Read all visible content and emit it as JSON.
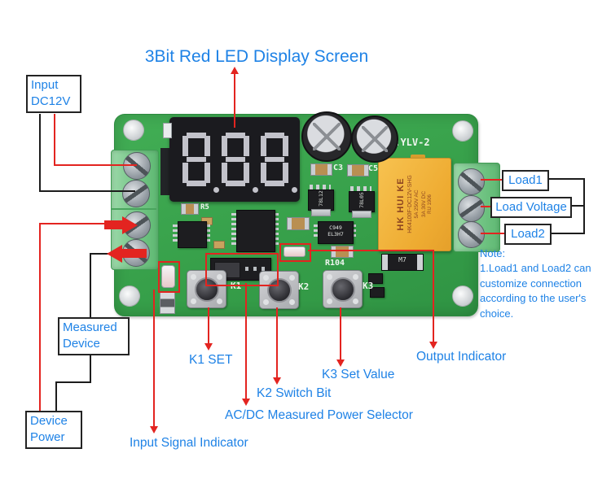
{
  "colors": {
    "accent_blue": "#1e82e6",
    "annotation_red": "#e32420",
    "annotation_black": "#1c1c1c",
    "pcb_green": "#37a04a",
    "relay_yellow": "#eeab31"
  },
  "title": "3Bit Red LED Display Screen",
  "callout_boxes": {
    "input_power": {
      "lines": [
        "Input",
        "DC12V"
      ]
    },
    "measured_device": {
      "lines": [
        "Measured",
        "Device"
      ]
    },
    "device_power": {
      "lines": [
        "Device",
        "Power"
      ]
    },
    "load1": "Load1",
    "load_voltage": "Load Voltage",
    "load2": "Load2"
  },
  "labels": {
    "k1": "K1 SET",
    "k2": "K2 Switch Bit",
    "k3": "K3 Set Value",
    "acdc": "AC/DC Measured Power Selector",
    "input_signal": "Input Signal Indicator",
    "output": "Output Indicator"
  },
  "note": {
    "lines": [
      "Note:",
      "1.Load1 and Load2 can",
      "customize connection",
      "according to the user's",
      "choice."
    ]
  },
  "board": {
    "model_silkscreen": "O:YLV-2",
    "display_value": "8.8.8",
    "buttons": [
      "K1",
      "K2",
      "K3"
    ],
    "silkscreen": {
      "c3": "C3",
      "c5": "C5",
      "r5": "R5",
      "r104": "R104",
      "m7": "M7"
    },
    "regulators": [
      "78L12",
      "78L05"
    ],
    "optocoupler_lines": [
      "C949",
      "EL3H7"
    ],
    "relay": {
      "brand": "HK HUI KE",
      "model": "HK4100F-DC12V-SHG",
      "rating1": "5A 250V AC",
      "rating2": "3A 30V DC",
      "marks": "RU 1906"
    }
  }
}
